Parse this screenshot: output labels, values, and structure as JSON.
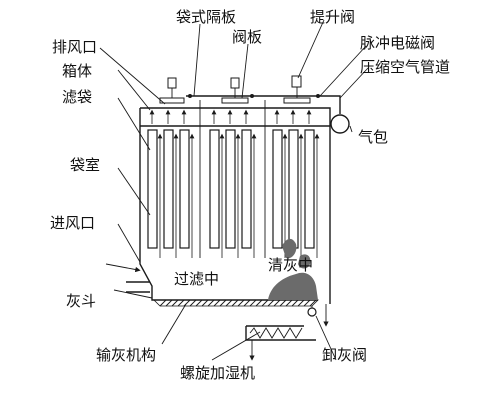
{
  "labels": {
    "outlet": "排风口",
    "box": "箱体",
    "bag": "滤袋",
    "bag_room": "袋室",
    "inlet": "进风口",
    "hopper": "灰斗",
    "conveyor": "输灰机构",
    "spiral": "螺旋加湿机",
    "partition": "袋式隔板",
    "damper": "阀板",
    "lift_valve": "提升阀",
    "pulse_valve": "脉冲电磁阀",
    "air_pipe": "压缩空气管道",
    "air_bag": "气包",
    "filtering": "过滤中",
    "cleaning": "清灰中",
    "unload_valve": "卸灰阀"
  },
  "colors": {
    "line": "#1a1a1a",
    "dust": "#6b6b6b",
    "text": "#111111"
  }
}
